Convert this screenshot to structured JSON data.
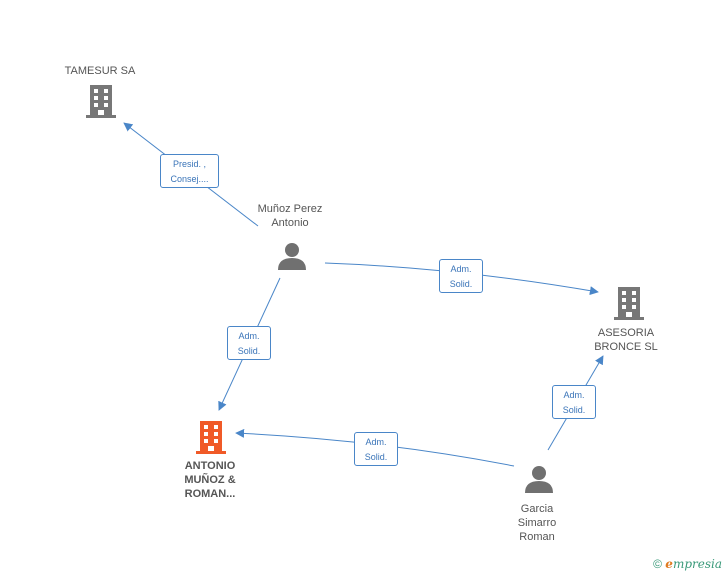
{
  "colors": {
    "edge": "#4a86c8",
    "company": "#777777",
    "company_focus": "#f05a28",
    "person": "#707070"
  },
  "nodes": {
    "tamesur": {
      "label": "TAMESUR SA",
      "icon": "building-icon"
    },
    "munoz_perez": {
      "label_line1": "Muñoz Perez",
      "label_line2": "Antonio",
      "icon": "person-icon"
    },
    "asesoria": {
      "label_line1": "ASESORIA",
      "label_line2": "BRONCE SL",
      "icon": "building-icon"
    },
    "antonio_munoz": {
      "label_line1": "ANTONIO",
      "label_line2": "MUÑOZ &",
      "label_line3": "ROMAN...",
      "icon": "building-icon"
    },
    "garcia": {
      "label_line1": "Garcia",
      "label_line2": "Simarro",
      "label_line3": "Roman",
      "icon": "person-icon"
    }
  },
  "edges": {
    "e1": {
      "line1": "Presid. ,",
      "line2": "Consej...."
    },
    "e2": {
      "line1": "Adm.",
      "line2": "Solid."
    },
    "e3": {
      "line1": "Adm.",
      "line2": "Solid."
    },
    "e4": {
      "line1": "Adm.",
      "line2": "Solid."
    },
    "e5": {
      "line1": "Adm.",
      "line2": "Solid."
    }
  },
  "footer": {
    "copyright": "©",
    "brand_e": "e",
    "brand_rest": "mpresia"
  }
}
